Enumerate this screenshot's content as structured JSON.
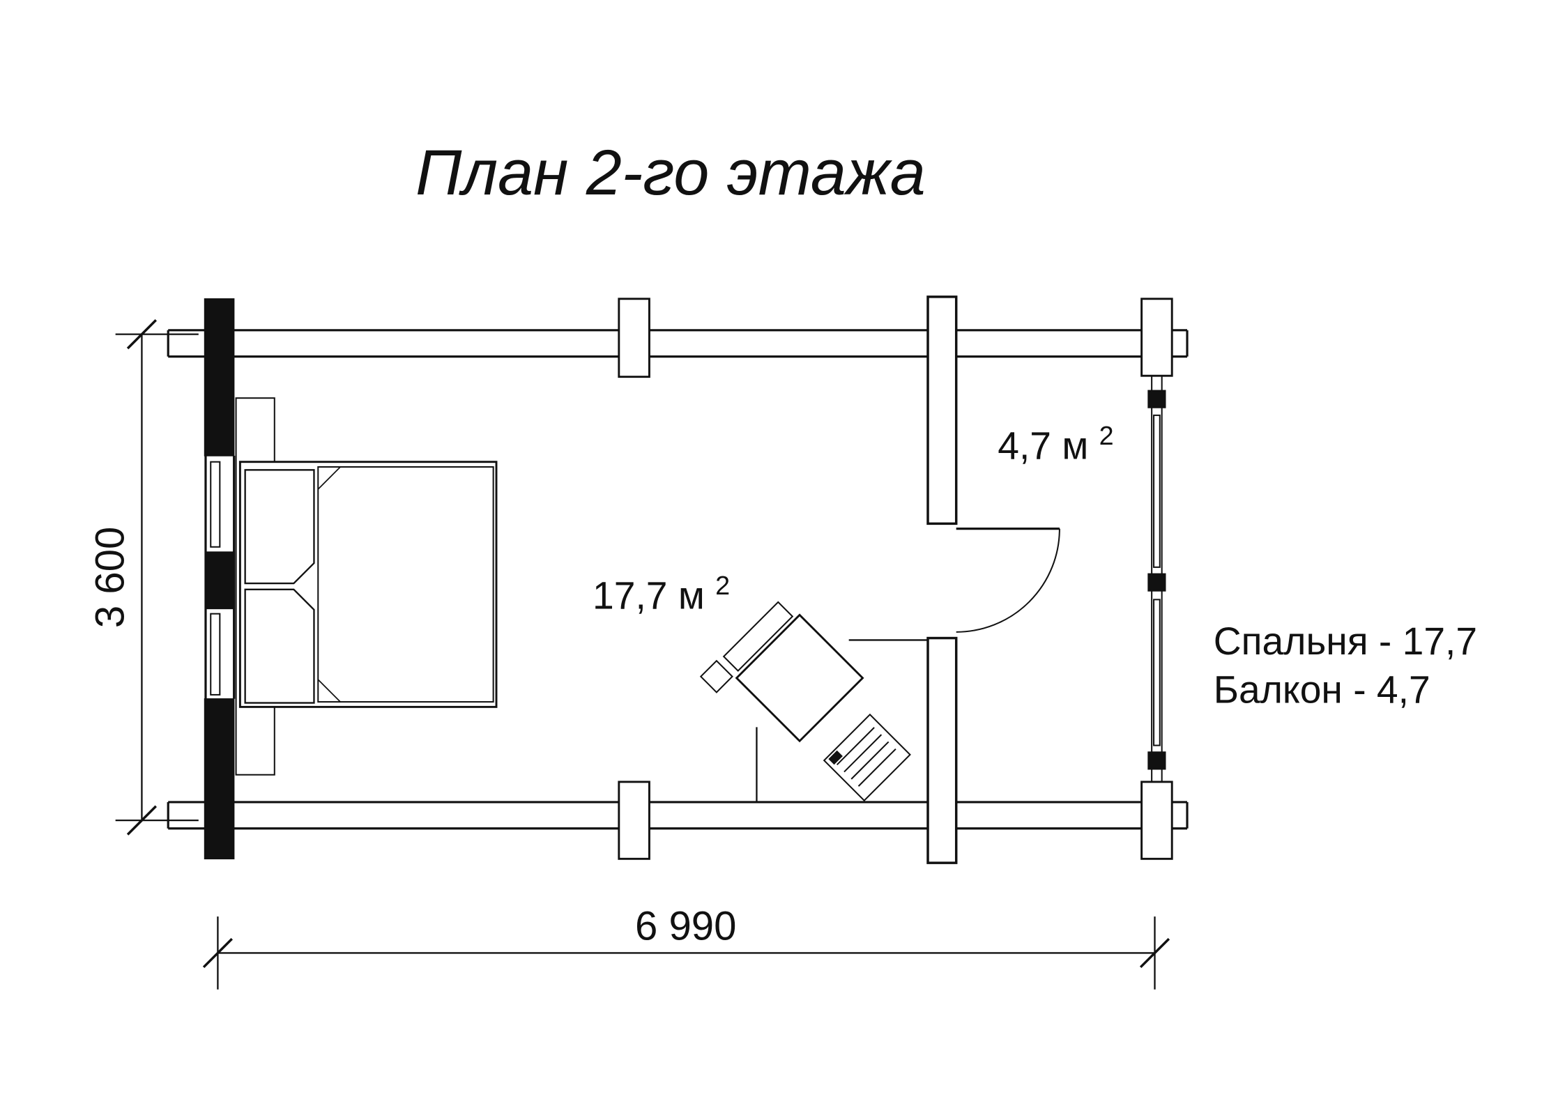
{
  "title": "План 2-го этажа",
  "plan": {
    "bedroom_area": {
      "text": "17,7 м",
      "sup": "2"
    },
    "balcony_area": {
      "text": "4,7 м",
      "sup": "2"
    }
  },
  "dimensions": {
    "width": "6 990",
    "height": "3 600"
  },
  "legend": {
    "line1": "Спальня - 17,7",
    "line2": "Балкон - 4,7"
  },
  "colors": {
    "ink": "#111111",
    "paper": "#ffffff"
  }
}
